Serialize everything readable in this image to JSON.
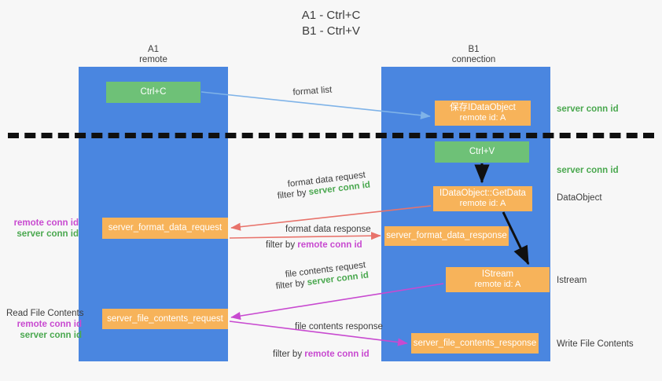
{
  "diagram": {
    "title_line1": "A1 - Ctrl+C",
    "title_line2": "B1 - Ctrl+V",
    "lanes": [
      {
        "name": "A1",
        "role": "remote"
      },
      {
        "name": "B1",
        "role": "connection"
      }
    ],
    "colors": {
      "lane": "#4a86e0",
      "green_box": "#6ec177",
      "orange_box": "#f7b35a",
      "server_conn_id": "#4aa84f",
      "remote_conn_id": "#c84ad0",
      "divider": "#101010",
      "arrow_format_list": "#7fb3e8",
      "arrow_format_data": "#e8736b",
      "arrow_file_contents": "#c84ad0",
      "arrow_internal": "#101010",
      "background": "#f7f7f7"
    },
    "boxes": {
      "ctrl_c": "Ctrl+C",
      "ctrl_v": "Ctrl+V",
      "idataobject_title": "保存IDataObject",
      "idataobject_sub": "remote id: A",
      "getdata_title": "IDataObject::GetData",
      "getdata_sub": "remote id: A",
      "istream_title": "IStream",
      "istream_sub": "remote id: A",
      "server_format_data_request": "server_format_data_request",
      "server_format_data_response": "server_format_data_response",
      "server_file_contents_request": "server_file_contents_request",
      "server_file_contents_response": "server_file_contents_response"
    },
    "arrow_labels": {
      "format_list": "format list",
      "format_data_request": "format data request",
      "format_data_request_filter_prefix": "filter by ",
      "format_data_request_filter_key": "server conn id",
      "format_data_response": "format data response",
      "format_data_response_filter_prefix": "filter by ",
      "format_data_response_filter_key": "remote conn id",
      "file_contents_request": "file contents request",
      "file_contents_request_filter_prefix": "filter by ",
      "file_contents_request_filter_key": "server conn id",
      "file_contents_response": "file contents response",
      "file_contents_response_filter_prefix": "filter by ",
      "file_contents_response_filter_key": "remote conn id"
    },
    "side_notes": {
      "right_server_conn_id_top": "server conn id",
      "right_server_conn_id_mid": "server conn id",
      "right_dataobject": "DataObject",
      "right_istream": "Istream",
      "right_write_file_contents": "Write File Contents",
      "left_remote_conn_id_1": "remote conn id",
      "left_server_conn_id_1": "server conn id",
      "left_read_file_contents": "Read File Contents",
      "left_remote_conn_id_2": "remote conn id",
      "left_server_conn_id_2": "server conn id"
    }
  }
}
